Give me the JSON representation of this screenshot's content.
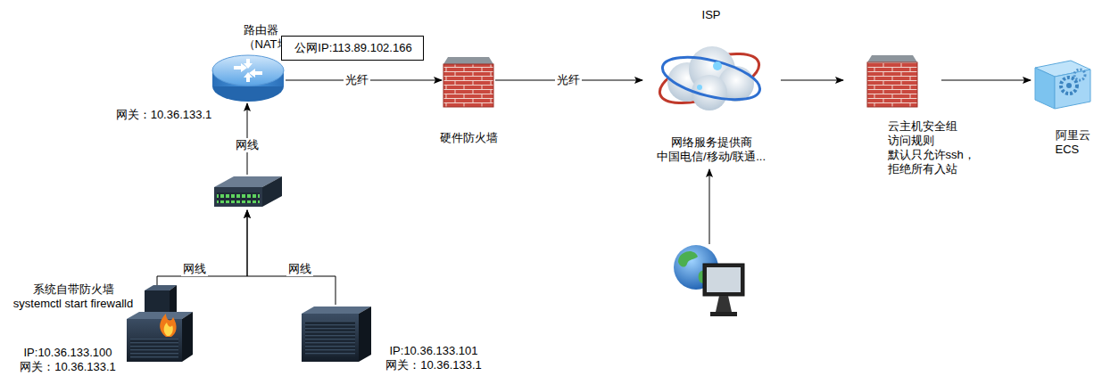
{
  "diagram": {
    "nodes": [
      {
        "text": [
          "路由器 （NAT地址转换）",
          "网关：10.36.133.1"
        ]
      },
      {
        "text": [
          "公网IP:113.89.102.166"
        ]
      },
      {
        "text": [
          "硬件防火墙"
        ]
      },
      {
        "text": [
          "ISP",
          "网络服务提供商 中国电信/移动/联通..."
        ]
      },
      {
        "text": [
          "云主机安全组 访问规则 默认只允许ssh， 拒绝所有入站"
        ]
      },
      {
        "text": [
          "阿里云 ECS"
        ]
      },
      {
        "text": []
      },
      {
        "text": [
          "系统自带防火墙 systemctl start firewalld",
          "IP:10.36.133.100 网关：10.36.133.1"
        ]
      },
      {
        "text": [
          "IP:10.36.133.101 网关：10.36.133.1"
        ]
      },
      {
        "text": []
      }
    ],
    "edges": [
      {
        "from": 6,
        "to": 0,
        "arrow": "to",
        "label": "网线"
      },
      {
        "from": 7,
        "to": 6,
        "arrow": "to",
        "label": "网线"
      },
      {
        "from": 8,
        "to": 6,
        "arrow": "to",
        "label": "网线"
      },
      {
        "from": 0,
        "to": 2,
        "arrow": "to",
        "label": "光纤"
      },
      {
        "from": 2,
        "to": 3,
        "arrow": "to",
        "label": "光纤"
      },
      {
        "from": 3,
        "to": 4,
        "arrow": "to"
      },
      {
        "from": 4,
        "to": 5,
        "arrow": "to"
      },
      {
        "from": 9,
        "to": 3,
        "arrow": "to"
      }
    ]
  }
}
